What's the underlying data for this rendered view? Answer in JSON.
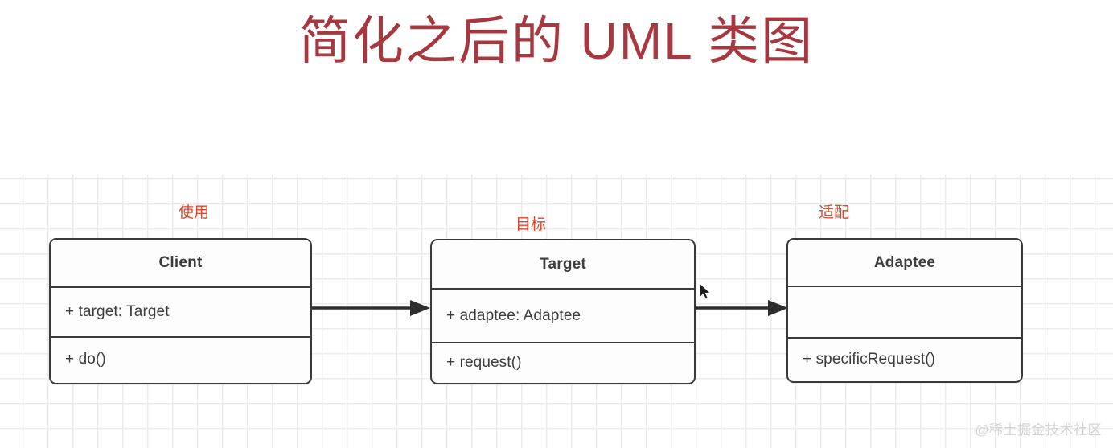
{
  "page": {
    "title": "简化之后的 UML 类图",
    "title_color": "#a8383f",
    "background": "#ffffff",
    "grid_color": "#ececed",
    "watermark": "@稀土掘金技术社区"
  },
  "diagram": {
    "type": "uml-class-diagram",
    "relationship_labels": [
      {
        "text": "使用",
        "color": "#e3452b"
      },
      {
        "text": "目标",
        "color": "#e3452b"
      },
      {
        "text": "适配",
        "color": "#e3452b"
      }
    ],
    "classes": [
      {
        "name": "Client",
        "attributes": [
          "+ target: Target"
        ],
        "methods": [
          "+ do()"
        ]
      },
      {
        "name": "Target",
        "attributes": [
          "+ adaptee: Adaptee"
        ],
        "methods": [
          "+ request()"
        ]
      },
      {
        "name": "Adaptee",
        "attributes": [
          ""
        ],
        "methods": [
          "+ specificRequest()"
        ]
      }
    ],
    "arrows": [
      {
        "from": "Client",
        "to": "Target",
        "style": "solid-filled-arrowhead"
      },
      {
        "from": "Target",
        "to": "Adaptee",
        "style": "solid-filled-arrowhead"
      }
    ]
  }
}
